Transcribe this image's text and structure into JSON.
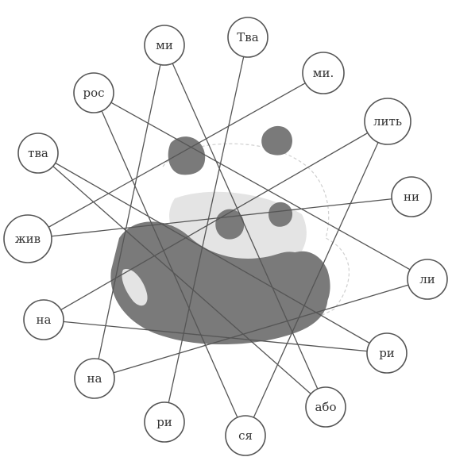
{
  "puzzle": {
    "nodes": [
      {
        "id": "n1",
        "label": "ми"
      },
      {
        "id": "n2",
        "label": "Тва"
      },
      {
        "id": "n3",
        "label": "ми."
      },
      {
        "id": "n4",
        "label": "рос"
      },
      {
        "id": "n5",
        "label": "лить"
      },
      {
        "id": "n6",
        "label": "тва"
      },
      {
        "id": "n7",
        "label": "ни"
      },
      {
        "id": "n8",
        "label": "жив"
      },
      {
        "id": "n9",
        "label": "ли"
      },
      {
        "id": "n10",
        "label": "на"
      },
      {
        "id": "n11",
        "label": "ри"
      },
      {
        "id": "n12",
        "label": "на"
      },
      {
        "id": "n13",
        "label": "або"
      },
      {
        "id": "n14",
        "label": "ри"
      },
      {
        "id": "n15",
        "label": "ся"
      }
    ],
    "links": [
      [
        "n2",
        "n14"
      ],
      [
        "n4",
        "n9"
      ],
      [
        "n4",
        "n15"
      ],
      [
        "n1",
        "n12"
      ],
      [
        "n1",
        "n13"
      ],
      [
        "n6",
        "n11"
      ],
      [
        "n6",
        "n13"
      ],
      [
        "n3",
        "n8"
      ],
      [
        "n5",
        "n10"
      ],
      [
        "n5",
        "n15"
      ],
      [
        "n7",
        "n8"
      ],
      [
        "n9",
        "n12"
      ],
      [
        "n10",
        "n11"
      ]
    ]
  }
}
